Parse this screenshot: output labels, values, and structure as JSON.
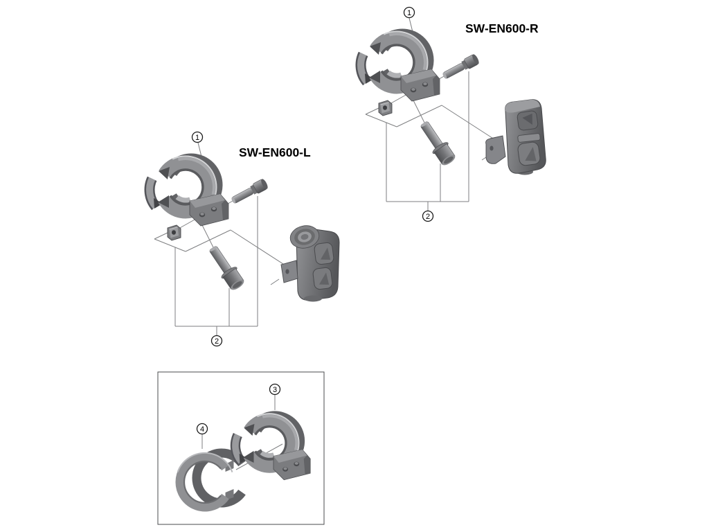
{
  "figure": {
    "type": "exploded-parts-diagram",
    "assemblies": [
      {
        "side": "left",
        "model_label": "SW-EN600-L",
        "callouts": {
          "clamp_band": "1",
          "clamp_bolt_unit": "2"
        }
      },
      {
        "side": "right",
        "model_label": "SW-EN600-R",
        "callouts": {
          "clamp_band": "1",
          "clamp_bolt_unit": "2"
        }
      }
    ],
    "spares_box": {
      "callouts": {
        "clamp_band": "3",
        "rubber_shim": "4"
      }
    },
    "colors": {
      "background": "#ffffff",
      "part_mid_grey": "#909194",
      "part_dark_grey": "#5b5c5f",
      "part_light_grey": "#d2d3d5",
      "leader_line": "#7d7e80",
      "text": "#000000"
    }
  }
}
